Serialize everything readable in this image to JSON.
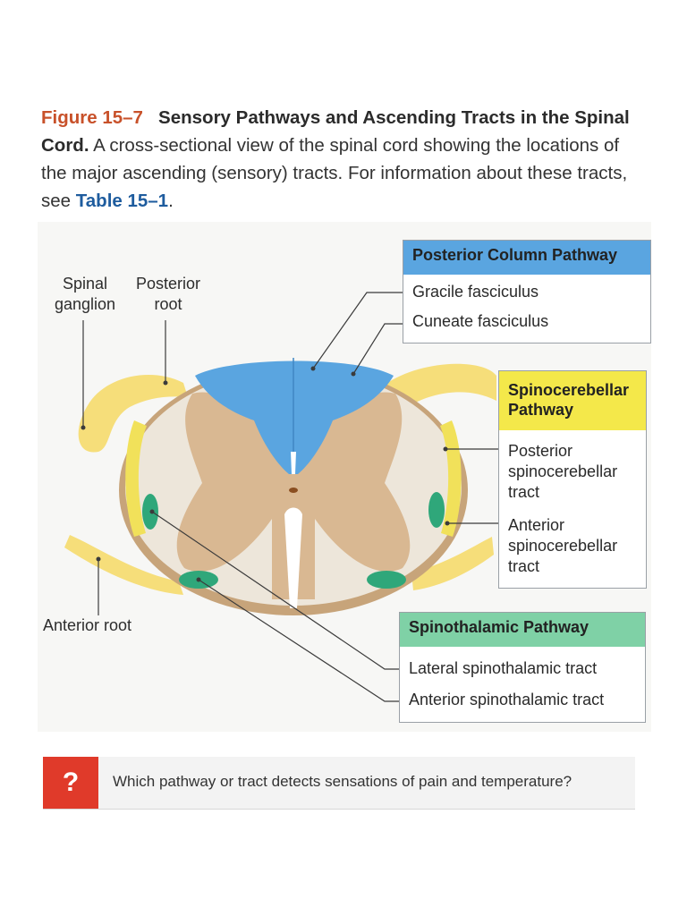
{
  "caption": {
    "figure_number": "Figure 15–7",
    "title": "Sensory Pathways and Ascending Tracts in the Spinal Cord.",
    "body": "A cross-sectional view of the spinal cord showing the locations of the major ascending (sensory) tracts. For information about these tracts, see",
    "table_ref": "Table 15–1",
    "end": "."
  },
  "labels": {
    "spinal_ganglion_line1": "Spinal",
    "spinal_ganglion_line2": "ganglion",
    "posterior_root_line1": "Posterior",
    "posterior_root_line2": "root",
    "anterior_root": "Anterior root"
  },
  "posterior_column": {
    "header": "Posterior Column Pathway",
    "color": "#5aa5e0",
    "items": [
      "Gracile fasciculus",
      "Cuneate fasciculus"
    ]
  },
  "spinocerebellar": {
    "header_line1": "Spinocerebellar",
    "header_line2": "Pathway",
    "color": "#f4e84a",
    "posterior_tract": [
      "Posterior",
      "spinocerebellar",
      "tract"
    ],
    "anterior_tract": [
      "Anterior",
      "spinocerebellar",
      "tract"
    ]
  },
  "spinothalamic": {
    "header": "Spinothalamic Pathway",
    "color": "#7fd1a6",
    "items": [
      "Lateral spinothalamic tract",
      "Anterior spinothalamic tract"
    ]
  },
  "question": {
    "icon": "?",
    "text": "Which pathway or tract detects sensations of pain and temperature?"
  }
}
